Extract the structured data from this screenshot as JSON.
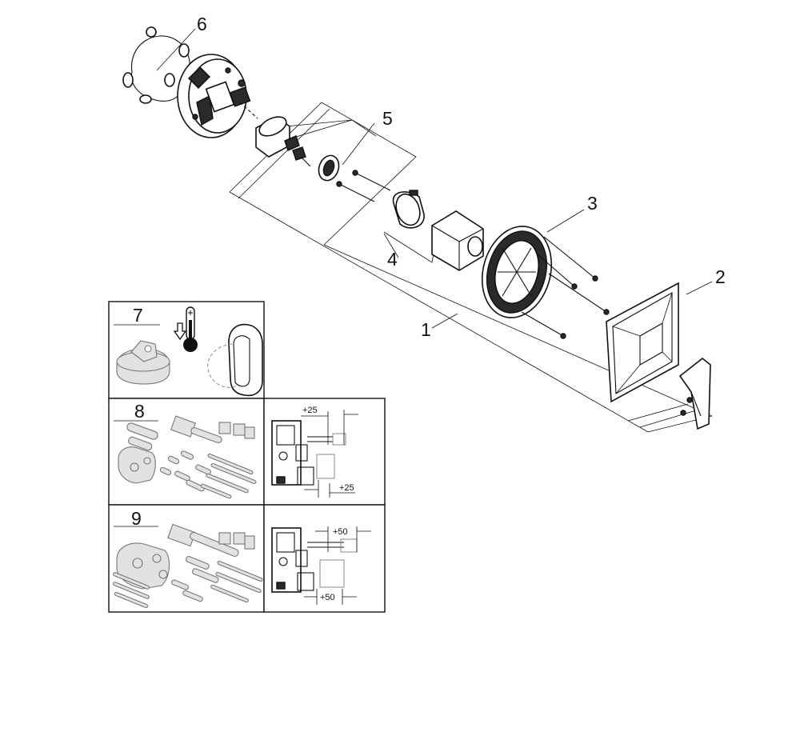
{
  "callouts": {
    "c1": "1",
    "c2": "2",
    "c3": "3",
    "c4": "4",
    "c5": "5",
    "c6": "6",
    "c7": "7",
    "c8": "8",
    "c9": "9"
  },
  "dimensions": {
    "panel8_top": "+25",
    "panel8_bottom": "+25",
    "panel9_top": "+50",
    "panel9_bottom": "+50"
  },
  "icons": {
    "thermometer": "thermometer-icon",
    "arrow_down": "arrow-down-icon"
  },
  "colors": {
    "line": "#111111",
    "fill_dark": "#2a2a2a",
    "fill_grey": "#e2e2e2"
  }
}
